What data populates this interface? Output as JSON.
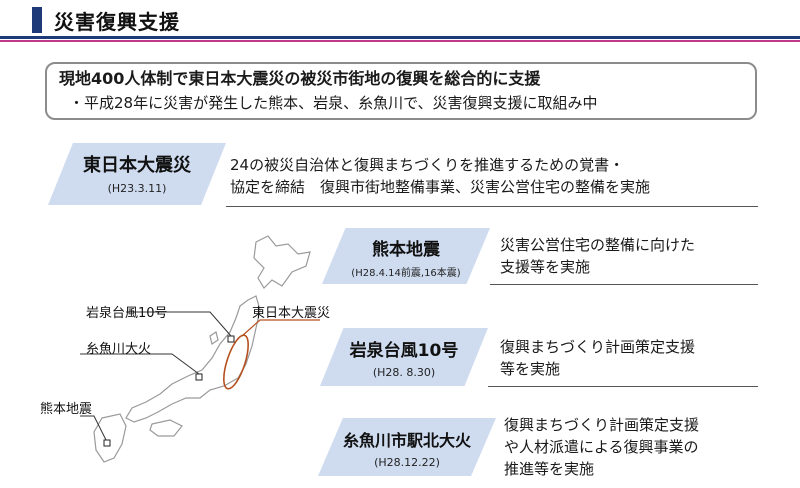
{
  "header": {
    "title": "災害復興支援"
  },
  "summary": {
    "headline": "現地400人体制で東日本大震災の被災市街地の復興を総合的に支援",
    "bullet": "・平成28年に災害が発生した熊本、岩泉、糸魚川で、災害復興支援に取組み中"
  },
  "disasters": [
    {
      "name": "東日本大震災",
      "date": "(H23.3.11)",
      "desc_line1": "24の被災自治体と復興まちづくりを推進するための覚書・",
      "desc_line2": "協定を締結　復興市街地整備事業、災害公営住宅の整備を実施"
    },
    {
      "name": "熊本地震",
      "date": "(H28.4.14前震,16本震)",
      "desc_line1": "災害公営住宅の整備に向けた",
      "desc_line2": "支援等を実施"
    },
    {
      "name": "岩泉台風10号",
      "date": "(H28. 8.30)",
      "desc_line1": "復興まちづくり計画策定支援",
      "desc_line2": "等を実施"
    },
    {
      "name": "糸魚川市駅北大火",
      "date": "(H28.12.22)",
      "desc_line1": "復興まちづくり計画策定支援",
      "desc_line2": "や人材派遣による復興事業の",
      "desc_line3": "推進等を実施"
    }
  ],
  "map": {
    "labels": {
      "iwaizumi": "岩泉台風10号",
      "itoigawa": "糸魚川大火",
      "kumamoto": "熊本地震",
      "tohoku": "東日本大震災"
    },
    "colors": {
      "tohoku_highlight": "#b5501e",
      "map_outline": "#9a9a9a"
    }
  },
  "colors": {
    "brand": "#1f3a78",
    "accent": "#c0398a",
    "tag_fill": "#cfdcf0"
  }
}
